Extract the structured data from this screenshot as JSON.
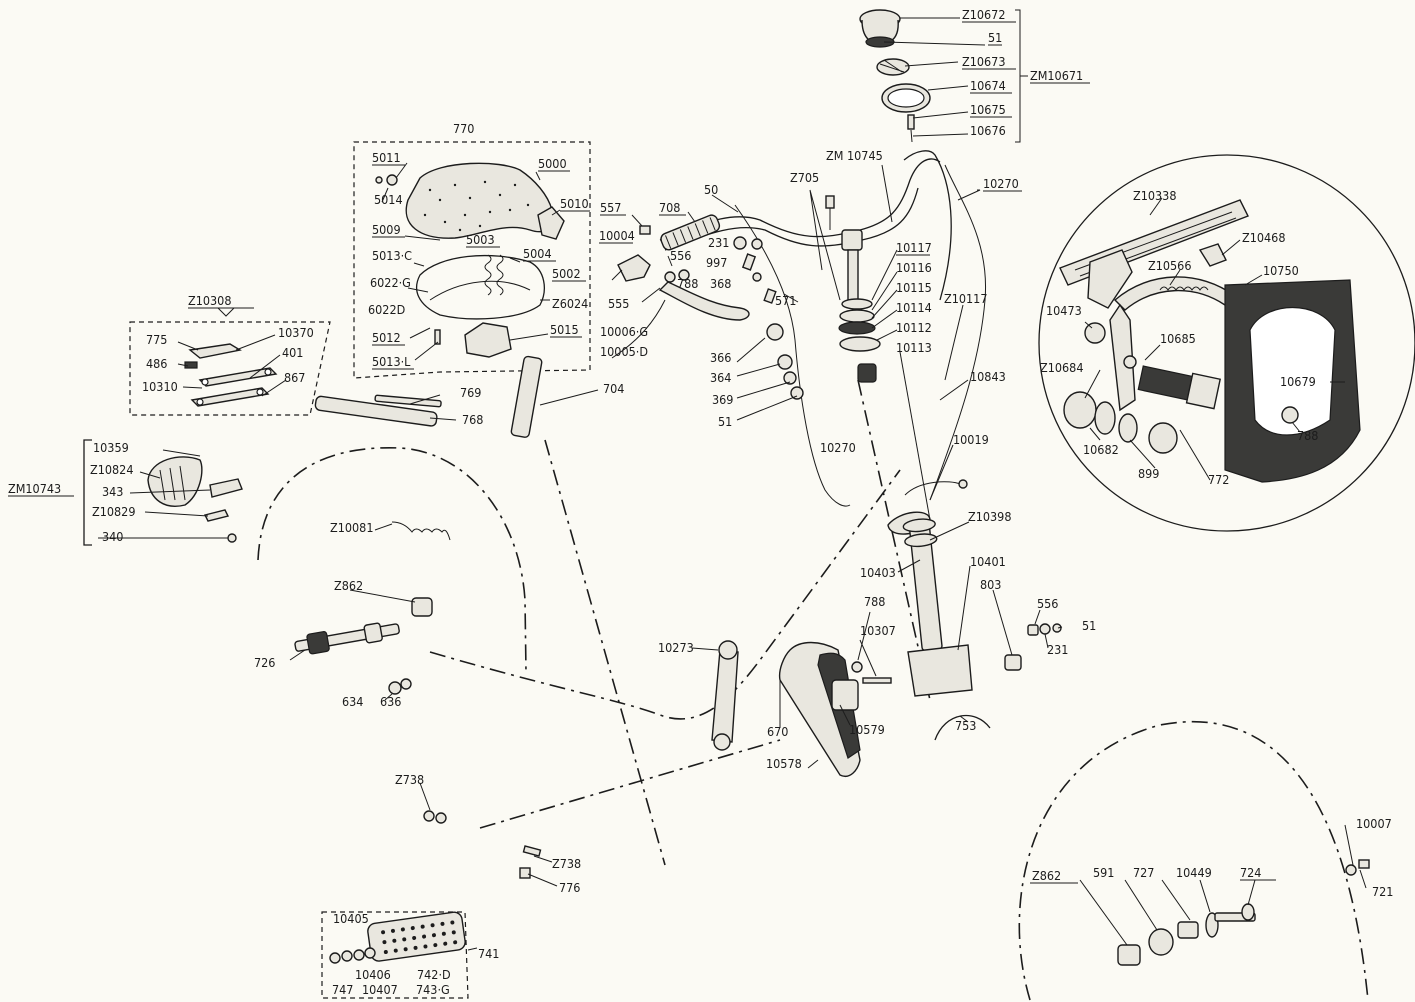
{
  "diagram": {
    "labels": {
      "z10672": "Z10672",
      "n51_top": "51",
      "z10673": "Z10673",
      "n10674": "10674",
      "n10675": "10675",
      "n10676": "10676",
      "zm10671": "ZM10671",
      "zm10745": "ZM 10745",
      "z705": "Z705",
      "n10270_top": "10270",
      "n770": "770",
      "n5011": "5011",
      "n5000": "5000",
      "n5014": "5014",
      "n5010": "5010",
      "n5009": "5009",
      "n5003": "5003",
      "n5004": "5004",
      "n5013c": "5013·C",
      "n5002": "5002",
      "n6022g": "6022·G",
      "z6024": "Z6024",
      "n6022d": "6022D",
      "n5012": "5012",
      "n5015": "5015",
      "n5013l": "5013·L",
      "n557": "557",
      "n708": "708",
      "n50": "50",
      "n10004": "10004",
      "n231_top": "231",
      "n556_top": "556",
      "n997": "997",
      "n788_top": "788",
      "n368": "368",
      "n555": "555",
      "n571": "571",
      "n10006g": "10006·G",
      "n10005d": "10005·D",
      "n366": "366",
      "n364": "364",
      "n369": "369",
      "n51_mid": "51",
      "n10117": "10117",
      "n10116": "10116",
      "n10115": "10115",
      "n10114": "10114",
      "n10112": "10112",
      "n10113": "10113",
      "z10117": "Z10117",
      "n10843": "10843",
      "n10270_mid": "10270",
      "n10019": "10019",
      "z10398": "Z10398",
      "n10403": "10403",
      "n10401": "10401",
      "n803": "803",
      "n556_mid": "556",
      "n51_right": "51",
      "n231_mid": "231",
      "n788_mid": "788",
      "n10307": "10307",
      "n10273": "10273",
      "n670": "670",
      "n10579": "10579",
      "n10578": "10578",
      "n753": "753",
      "z10308": "Z10308",
      "n775": "775",
      "n10370": "10370",
      "n486": "486",
      "n401": "401",
      "n10310": "10310",
      "n867": "867",
      "n769": "769",
      "n768": "768",
      "n704": "704",
      "n10359": "10359",
      "z10824": "Z10824",
      "n343": "343",
      "zm10743": "ZM10743",
      "z10829": "Z10829",
      "n340": "340",
      "z10081": "Z10081",
      "z862": "Z862",
      "n726": "726",
      "n634": "634",
      "n636": "636",
      "z738_a": "Z738",
      "z738_b": "Z738",
      "n776": "776",
      "n10405": "10405",
      "n741": "741",
      "n10406": "10406",
      "n742d": "742·D",
      "n747": "747",
      "n10407": "10407",
      "n743g": "743·G",
      "z10338": "Z10338",
      "z10468": "Z10468",
      "z10566": "Z10566",
      "n10750": "10750",
      "n10473": "10473",
      "n10685": "10685",
      "z10684": "Z10684",
      "n10679": "10679",
      "n10682": "10682",
      "n788_detail": "788",
      "n899": "899",
      "n772": "772",
      "z862_b": "Z862",
      "n591": "591",
      "n727": "727",
      "n10449": "10449",
      "n724": "724",
      "n10007": "10007",
      "n721": "721"
    }
  }
}
